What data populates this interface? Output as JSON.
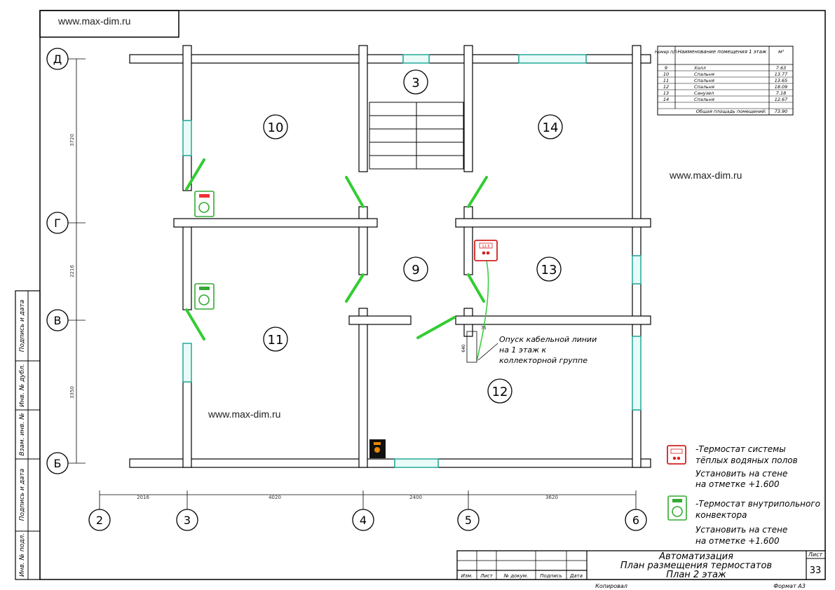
{
  "watermarks": [
    "www.max-dim.ru",
    "www.max-dim.ru",
    "www.max-dim.ru"
  ],
  "axes_letters": [
    "Д",
    "Г",
    "В",
    "Б"
  ],
  "axes_numbers": [
    "2",
    "3",
    "4",
    "5",
    "6"
  ],
  "dimensions_vertical": [
    "3720",
    "2216",
    "3350"
  ],
  "dimensions_horizontal": [
    "2016",
    "4020",
    "2400",
    "3620"
  ],
  "rooms": {
    "r3": "3",
    "r9": "9",
    "r10": "10",
    "r11": "11",
    "r12": "12",
    "r13": "13",
    "r14": "14"
  },
  "stair_dims": {
    "w": "75",
    "h": "640"
  },
  "cable_note": [
    "Опуск кабельной линии",
    "на 1 этаж к",
    "коллекторной группе"
  ],
  "thermostat_display": "12.5",
  "legend": {
    "red_title": [
      "-Термостат системы",
      "тёплых водяных полов"
    ],
    "red_install": [
      "Установить на стене",
      "на отметке +1.600"
    ],
    "green_title": [
      "-Термостат внутрипольного",
      "конвектора"
    ],
    "green_install": [
      "Установить на стене",
      "на отметке +1.600"
    ],
    "colors": {
      "red": "#d42020",
      "green": "#22aa22"
    }
  },
  "room_table": {
    "headers": [
      "Номер п/п",
      "Наименование помещения 1 этаж",
      "м²"
    ],
    "rows": [
      [
        "9",
        "Холл",
        "7.63"
      ],
      [
        "10",
        "Спальня",
        "13.77"
      ],
      [
        "11",
        "Спальня",
        "13.65"
      ],
      [
        "12",
        "Спальня",
        "18.09"
      ],
      [
        "13",
        "Санузел",
        "7.18"
      ],
      [
        "14",
        "Спальня",
        "12.67"
      ]
    ],
    "total_label": "Общая площадь помещений:",
    "total_value": "73.90"
  },
  "side_stamp": [
    "Подпись и дата",
    "Инв. № дубл.",
    "Взам. инв. №",
    "Подпись и дата",
    "Инв. № подл."
  ],
  "title_block": {
    "line1": "Автоматизация",
    "line2": "План размещения термостатов",
    "line3": "План 2 этаж",
    "sheet_label": "Лист",
    "sheet_number": "33",
    "cols": [
      "Изм.",
      "Лист",
      "№ докум.",
      "Подпись",
      "Дата"
    ],
    "copied": "Копировал",
    "format": "Формат А3"
  }
}
